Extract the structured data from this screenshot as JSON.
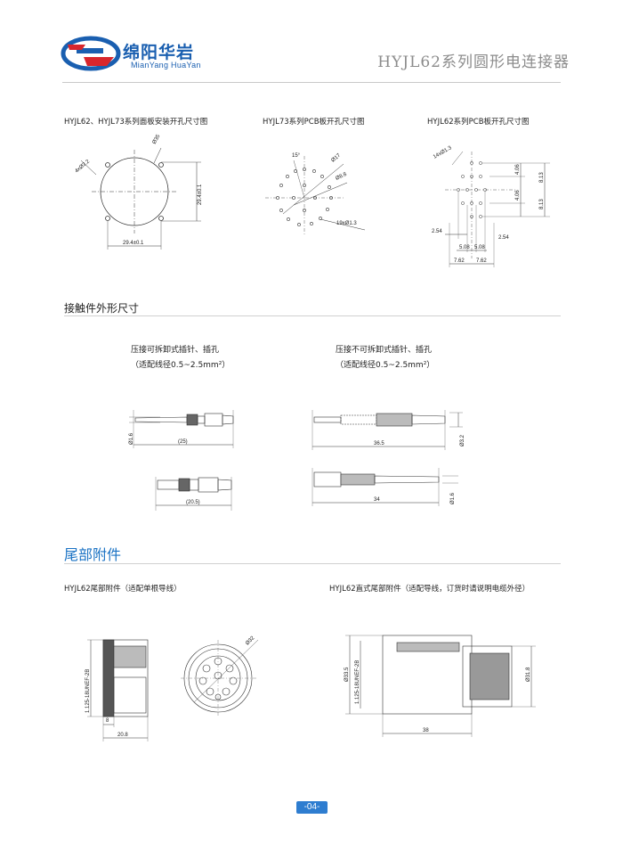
{
  "header": {
    "company_cn": "绵阳华岩",
    "company_en": "MianYang HuaYan",
    "doc_title": "HYJL62系列圆形电连接器"
  },
  "colors": {
    "brand_blue": "#1a5fb0",
    "brand_red": "#d8262c",
    "heading_blue": "#1a72c4"
  },
  "panel_cutout": {
    "captions": [
      "HYJL62、HYJL73系列面板安装开孔尺寸图",
      "HYJL73系列PCB板开孔尺寸图",
      "HYJL62系列PCB板开孔尺寸图"
    ],
    "fig1": {
      "holes": "4xØ3.2",
      "dia": "Ø35",
      "v": "29.4±0.1",
      "h": "29.4±0.1"
    },
    "fig2": {
      "angle": "15°",
      "d1": "Ø17",
      "d2": "Ø8.8",
      "holes": "19xØ1.3"
    },
    "fig3": {
      "holes": "14xØ1.3",
      "v1": "4.06",
      "v2": "8.13",
      "v3": "4.06",
      "v4": "8.13",
      "h1": "2.54",
      "h2": "5.08",
      "h3": "5.08",
      "h4": "2.54",
      "h5": "7.62",
      "h6": "7.62"
    }
  },
  "contacts": {
    "heading": "接触件外形尺寸",
    "left_note_1": "压接可拆卸式插针、插孔",
    "left_note_2": "（适配线径0.5~2.5mm²）",
    "right_note_1": "压接不可拆卸式插针、插孔",
    "right_note_2": "（适配线径0.5~2.5mm²）",
    "pin_left": {
      "dia": "Ø1.6",
      "len": "(25)"
    },
    "socket_left": {
      "len": "(20.5)"
    },
    "pin_right": {
      "len": "36.5",
      "dia": "Ø3.2"
    },
    "socket_right": {
      "len": "34",
      "dia": "Ø1.6"
    }
  },
  "accessories": {
    "heading": "尾部附件",
    "left_caption": "HYJL62尾部附件（适配单根导线）",
    "right_caption": "HYJL62直式尾部附件（适配导线，订货时请说明电缆外径）",
    "left": {
      "thread": "1.125-18UNEF-2B",
      "d8": "8",
      "d20": "20.8",
      "dia": "Ø32"
    },
    "right": {
      "dia1": "Ø33.5",
      "thread": "1.125-18UNEF-2B",
      "dia2": "Ø31.8",
      "len": "38"
    }
  },
  "page_number": "-04-"
}
